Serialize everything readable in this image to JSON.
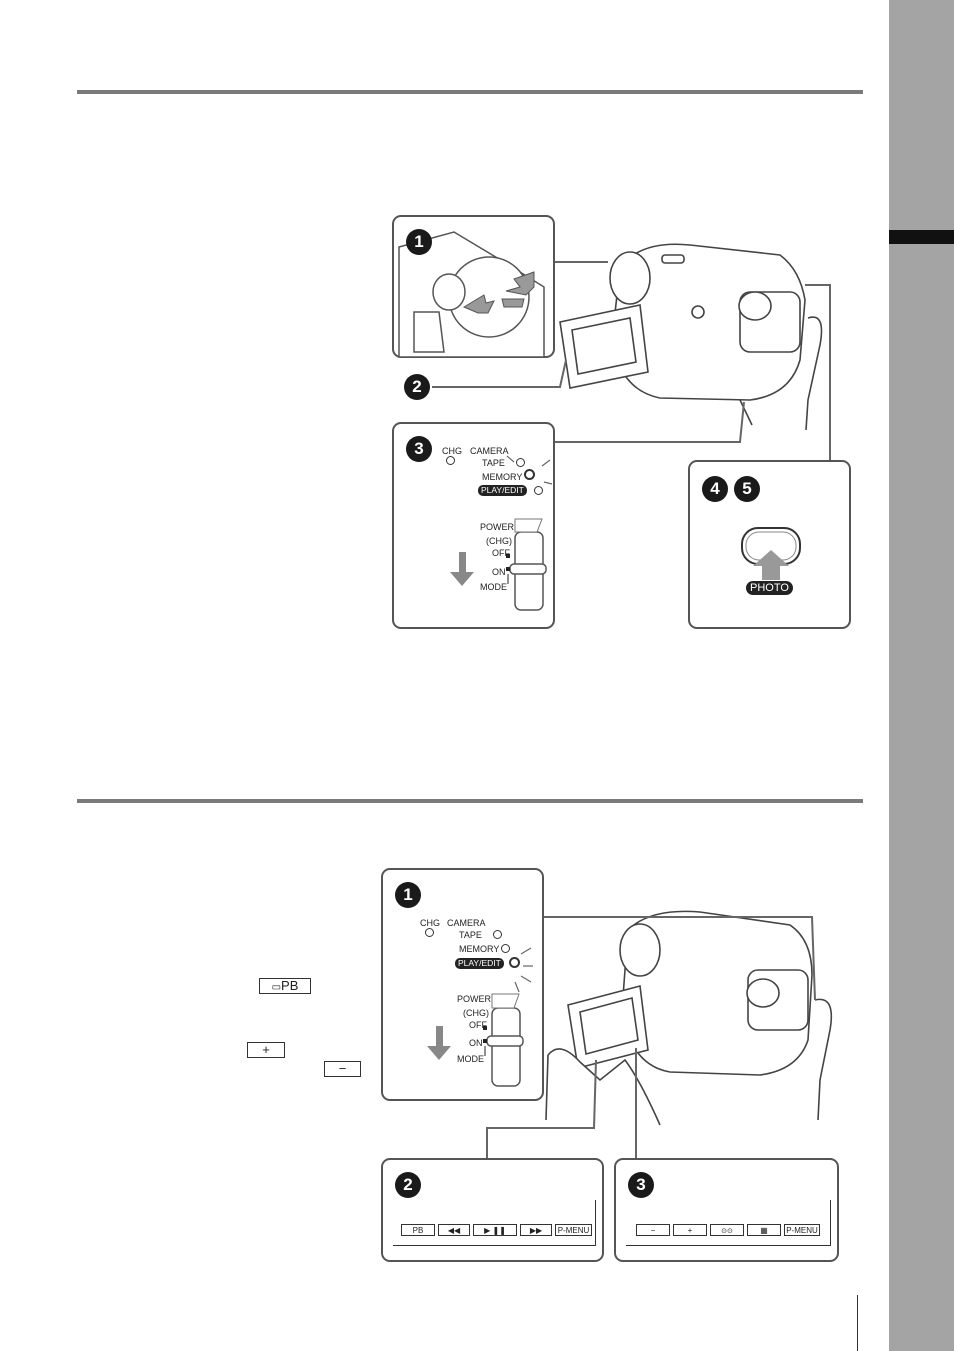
{
  "section1": {
    "step_badges": {
      "open_cap": "1",
      "open_lcd": "2",
      "power": "3",
      "photo": "4",
      "photo_again": "5"
    },
    "indicators": {
      "chg": "CHG",
      "camera": "CAMERA",
      "tape": "TAPE",
      "memory": "MEMORY",
      "play_edit": "PLAY/EDIT"
    },
    "switch": {
      "power": "POWER",
      "chg": "(CHG)",
      "off": "OFF",
      "on": "ON",
      "mode": "MODE"
    },
    "photo_button_label": "PHOTO"
  },
  "section2": {
    "step_badges": {
      "power": "1",
      "play_bar": "2",
      "nav_bar": "3"
    },
    "indicators": {
      "chg": "CHG",
      "camera": "CAMERA",
      "tape": "TAPE",
      "memory": "MEMORY",
      "play_edit": "PLAY/EDIT"
    },
    "switch": {
      "power": "POWER",
      "chg": "(CHG)",
      "off": "OFF",
      "on": "ON",
      "mode": "MODE"
    },
    "text_refs": {
      "pb": "PB",
      "plus": "+",
      "minus": "−"
    },
    "play_bar": [
      "PB",
      "◀◀",
      "▶ ❚❚",
      "▶▶",
      "P-MENU"
    ],
    "nav_bar": [
      "−",
      "+",
      "",
      "",
      "P-MENU"
    ]
  },
  "colors": {
    "side_tab": "#a4a4a4",
    "rule": "#7a7a7a",
    "line": "#555555"
  }
}
